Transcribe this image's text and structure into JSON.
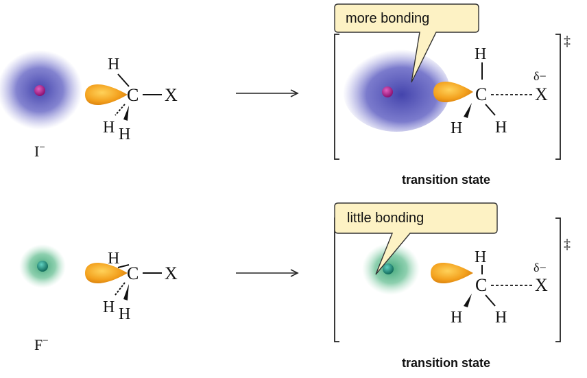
{
  "top": {
    "callout": "more bonding",
    "nucleophile_label": "I",
    "nucleophile_charge": "−",
    "reactant": {
      "atoms": {
        "h_top": "H",
        "c": "C",
        "dash": "—",
        "x": "X",
        "h_low_left": "H",
        "h_low_right": "H"
      }
    },
    "ts": {
      "atoms": {
        "h_top": "H",
        "c": "C",
        "x": "X",
        "h_low_left": "H",
        "h_low_right": "H"
      },
      "delta": "δ−",
      "double_dagger": "‡",
      "caption": "transition state"
    },
    "colors": {
      "cloud": "#4f4fb8",
      "nucleus": "#b0208a",
      "lobe": "#f0a020"
    }
  },
  "bottom": {
    "callout": "little bonding",
    "nucleophile_label": "F",
    "nucleophile_charge": "−",
    "reactant": {
      "atoms": {
        "h_top": "H",
        "c": "C",
        "dash": "—",
        "x": "X",
        "h_low_left": "H",
        "h_low_right": "H"
      }
    },
    "ts": {
      "atoms": {
        "h_top": "H",
        "c": "C",
        "x": "X",
        "h_low_left": "H",
        "h_low_right": "H"
      },
      "delta": "δ−",
      "double_dagger": "‡",
      "caption": "transition state"
    },
    "colors": {
      "cloud": "#4fb88a",
      "nucleus": "#1f8f7a",
      "lobe": "#f0a020"
    }
  },
  "colors": {
    "callout_fill": "#fdf2c4",
    "callout_stroke": "#333333"
  }
}
